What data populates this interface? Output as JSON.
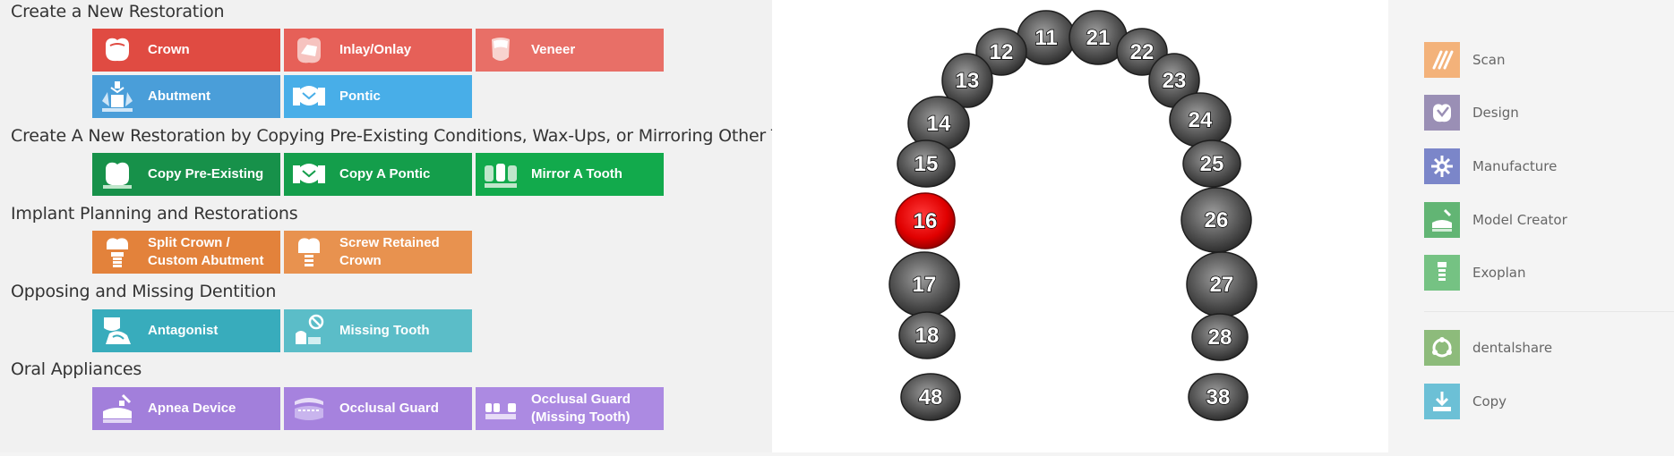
{
  "sections": [
    {
      "title": "Create a New Restoration",
      "tiles": [
        {
          "label": "Crown",
          "color": "#e04b42",
          "icon": "crown-icon"
        },
        {
          "label": "Inlay/Onlay",
          "color": "#e66058",
          "icon": "inlay-onlay-icon"
        },
        {
          "label": "Veneer",
          "color": "#e86f67",
          "icon": "veneer-icon"
        },
        {
          "label": "Abutment",
          "color": "#4a9ed9",
          "icon": "abutment-icon"
        },
        {
          "label": "Pontic",
          "color": "#48aee8",
          "icon": "pontic-icon"
        }
      ]
    },
    {
      "title": "Create A New Restoration by Copying Pre-Existing Conditions, Wax-Ups, or Mirroring Other Teeth",
      "tiles": [
        {
          "label": "Copy Pre-Existing",
          "color": "#17914a",
          "icon": "copy-pre-existing-icon"
        },
        {
          "label": "Copy A Pontic",
          "color": "#149e4b",
          "icon": "copy-pontic-icon"
        },
        {
          "label": "Mirror A Tooth",
          "color": "#12aa4c",
          "icon": "mirror-tooth-icon"
        }
      ]
    },
    {
      "title": "Implant Planning and Restorations",
      "tiles": [
        {
          "label_line1": "Split Crown /",
          "label_line2": "Custom Abutment",
          "color": "#e3823b",
          "icon": "split-crown-icon"
        },
        {
          "label_line1": "Screw Retained",
          "label_line2": "Crown",
          "color": "#e8924f",
          "icon": "screw-retained-crown-icon"
        }
      ]
    },
    {
      "title": "Opposing and Missing Dentition",
      "tiles": [
        {
          "label": "Antagonist",
          "color": "#38acbc",
          "icon": "antagonist-icon"
        },
        {
          "label": "Missing Tooth",
          "color": "#5bbdc8",
          "icon": "missing-tooth-icon"
        }
      ]
    },
    {
      "title": "Oral Appliances",
      "tiles": [
        {
          "label": "Apnea Device",
          "color": "#a27fdb",
          "icon": "apnea-device-icon"
        },
        {
          "label": "Occlusal Guard",
          "color": "#a682de",
          "icon": "occlusal-guard-icon"
        },
        {
          "label_line1": "Occlusal Guard",
          "label_line2": "(Missing Tooth)",
          "color": "#ac8ae2",
          "icon": "occlusal-guard-missing-tooth-icon"
        }
      ]
    }
  ],
  "teeth": [
    "11",
    "12",
    "13",
    "14",
    "15",
    "16",
    "17",
    "18",
    "48",
    "21",
    "22",
    "23",
    "24",
    "25",
    "26",
    "27",
    "28",
    "38"
  ],
  "selected_tooth": "16",
  "nav": [
    {
      "label": "Scan",
      "color": "#f3b27a",
      "icon": "scan-icon"
    },
    {
      "label": "Design",
      "color": "#9a8fb5",
      "icon": "design-icon"
    },
    {
      "label": "Manufacture",
      "color": "#7b86c9",
      "icon": "manufacture-icon"
    },
    {
      "label": "Model Creator",
      "color": "#62b574",
      "icon": "model-creator-icon"
    },
    {
      "label": "Exoplan",
      "color": "#75c283",
      "icon": "exoplan-icon"
    },
    {
      "label": "dentalshare",
      "color": "#8dbb7b",
      "icon": "dentalshare-icon"
    },
    {
      "label": "Copy",
      "color": "#6cc0d6",
      "icon": "copy-icon"
    }
  ]
}
